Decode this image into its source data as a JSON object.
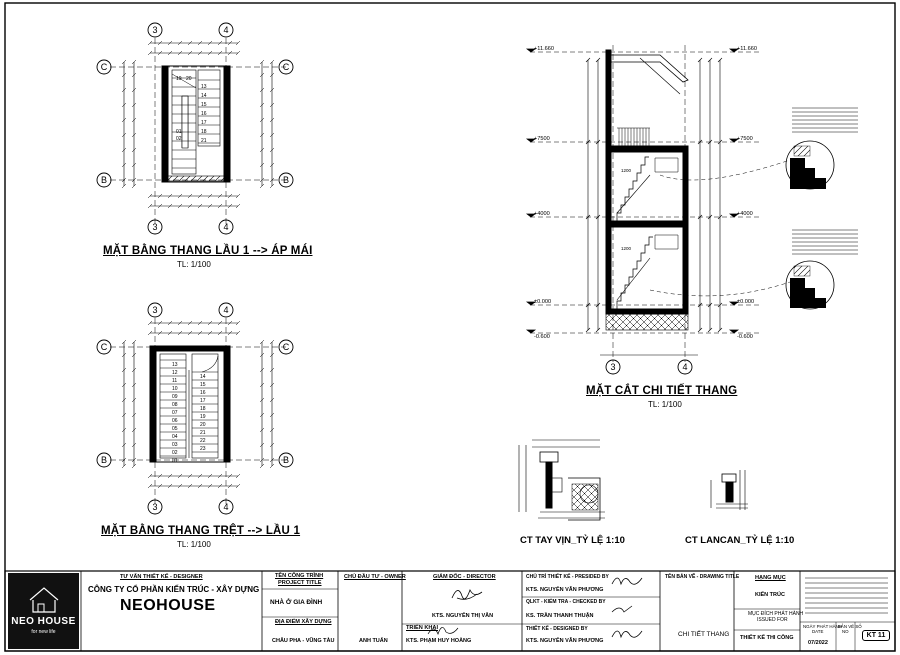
{
  "plans": [
    {
      "title": "MẶT BẰNG THANG LẦU 1 --> ÁP MÁI",
      "scale": "TL: 1/100",
      "axes": {
        "top_left": "3",
        "top_right": "4",
        "side_upper": "C",
        "side_lower": "B"
      },
      "steps": [
        "01",
        "02",
        "13",
        "14",
        "15",
        "16",
        "17",
        "18",
        "19",
        "20",
        "21"
      ]
    },
    {
      "title": "MẶT BẰNG THANG TRỆT  --> LẦU 1",
      "scale": "TL: 1/100",
      "axes": {
        "top_left": "3",
        "top_right": "4",
        "side_upper": "C",
        "side_lower": "B"
      },
      "steps": [
        "13",
        "12",
        "11",
        "10",
        "09",
        "08",
        "07",
        "06",
        "05",
        "04",
        "03",
        "02",
        "01",
        "14",
        "15",
        "16",
        "17",
        "18",
        "19",
        "20",
        "21",
        "22",
        "23"
      ]
    }
  ],
  "section": {
    "title": "MẶT CẮT CHI TIẾT THANG",
    "scale": "TL: 1/100",
    "levels": [
      "+11.660",
      "+7500",
      "+4000",
      "±0.000",
      "-0.600"
    ],
    "axes": [
      "3",
      "4"
    ],
    "dims": [
      "1200",
      "1200"
    ]
  },
  "details": [
    {
      "title": "CT TAY VỊN_TỶ LỆ 1:10"
    },
    {
      "title": "CT LANCAN_TỶ LỆ 1:10"
    }
  ],
  "title_block": {
    "logo_name": "NEO HOUSE",
    "logo_tagline": "for new life",
    "designer_header": "TƯ VẤN THIẾT KẾ - DESIGNER",
    "company": "CÔNG TY CỔ PHẦN KIẾN TRÚC - XÂY DỰNG",
    "brand": "NEOHOUSE",
    "project_header": "TÊN CÔNG TRÌNH",
    "project_header_en": "PROJECT TITLE",
    "project_name": "NHÀ Ở GIA ĐÌNH",
    "location_header": "ĐỊA ĐIỂM XÂY DỰNG",
    "location": "CHÂU PHA - VŨNG TÀU",
    "owner_header": "CHỦ ĐẦU TƯ - OWNER",
    "owner": "ANH TUẤN",
    "director_header": "GIÁM ĐỐC - DIRECTOR",
    "director": "KTS. NGUYỄN THỊ VÂN",
    "deploy_header": "TRIỂN KHAI",
    "deploy": "KTS. PHẠM HUY HOÀNG",
    "presided_header": "CHỦ TRÌ THIẾT KẾ - PRESIDED BY",
    "presided": "KTS. NGUYỄN VĂN PHƯƠNG",
    "checked_header": "QLKT - KIỂM TRA - CHECKED BY",
    "checked": "KS. TRẦN THANH THUẬN",
    "designed_header": "THIẾT KẾ - DESIGNED BY",
    "designed": "KTS. NGUYỄN VĂN PHƯƠNG",
    "drawing_header": "TÊN BẢN VẼ - DRAWING TITLE",
    "drawing_title": "CHI TIẾT THANG",
    "category_header": "HẠNG MỤC",
    "category": "KIẾN TRÚC",
    "purpose_header": "MỤC ĐÍCH PHÁT HÀNH",
    "purpose_header_en": "ISSUED FOR",
    "purpose": "THIẾT KẾ THI CÔNG",
    "date_header": "NGÀY PHÁT HÀNH",
    "date_header_en": "DATE",
    "date": "07/2022",
    "sheet_header": "BẢN VẼ SỐ",
    "sheet_header_en": "NO",
    "sheet_no": "KT 11"
  }
}
